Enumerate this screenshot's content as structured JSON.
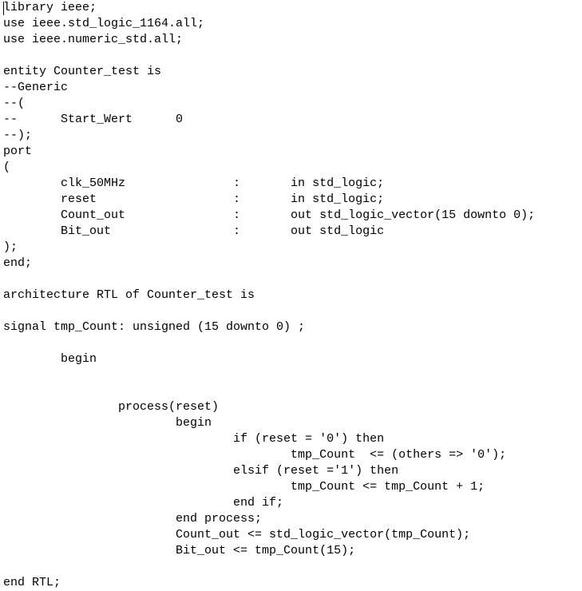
{
  "editor": {
    "lines": [
      "library ieee;",
      "use ieee.std_logic_1164.all;",
      "use ieee.numeric_std.all;",
      "",
      "entity Counter_test is",
      "--Generic",
      "--(",
      "--      Start_Wert      0",
      "--);",
      "port",
      "(",
      "        clk_50MHz               :       in std_logic;",
      "        reset                   :       in std_logic;",
      "        Count_out               :       out std_logic_vector(15 downto 0);",
      "        Bit_out                 :       out std_logic",
      ");",
      "end;",
      "",
      "architecture RTL of Counter_test is",
      "",
      "signal tmp_Count: unsigned (15 downto 0) ;",
      "",
      "        begin",
      "",
      "",
      "                process(reset)",
      "                        begin",
      "                                if (reset = '0') then",
      "                                        tmp_Count  <= (others => '0');",
      "                                elsif (reset ='1') then",
      "                                        tmp_Count <= tmp_Count + 1;",
      "                                end if;",
      "                        end process;",
      "                        Count_out <= std_logic_vector(tmp_Count);",
      "                        Bit_out <= tmp_Count(15);",
      "",
      "end RTL;"
    ]
  }
}
